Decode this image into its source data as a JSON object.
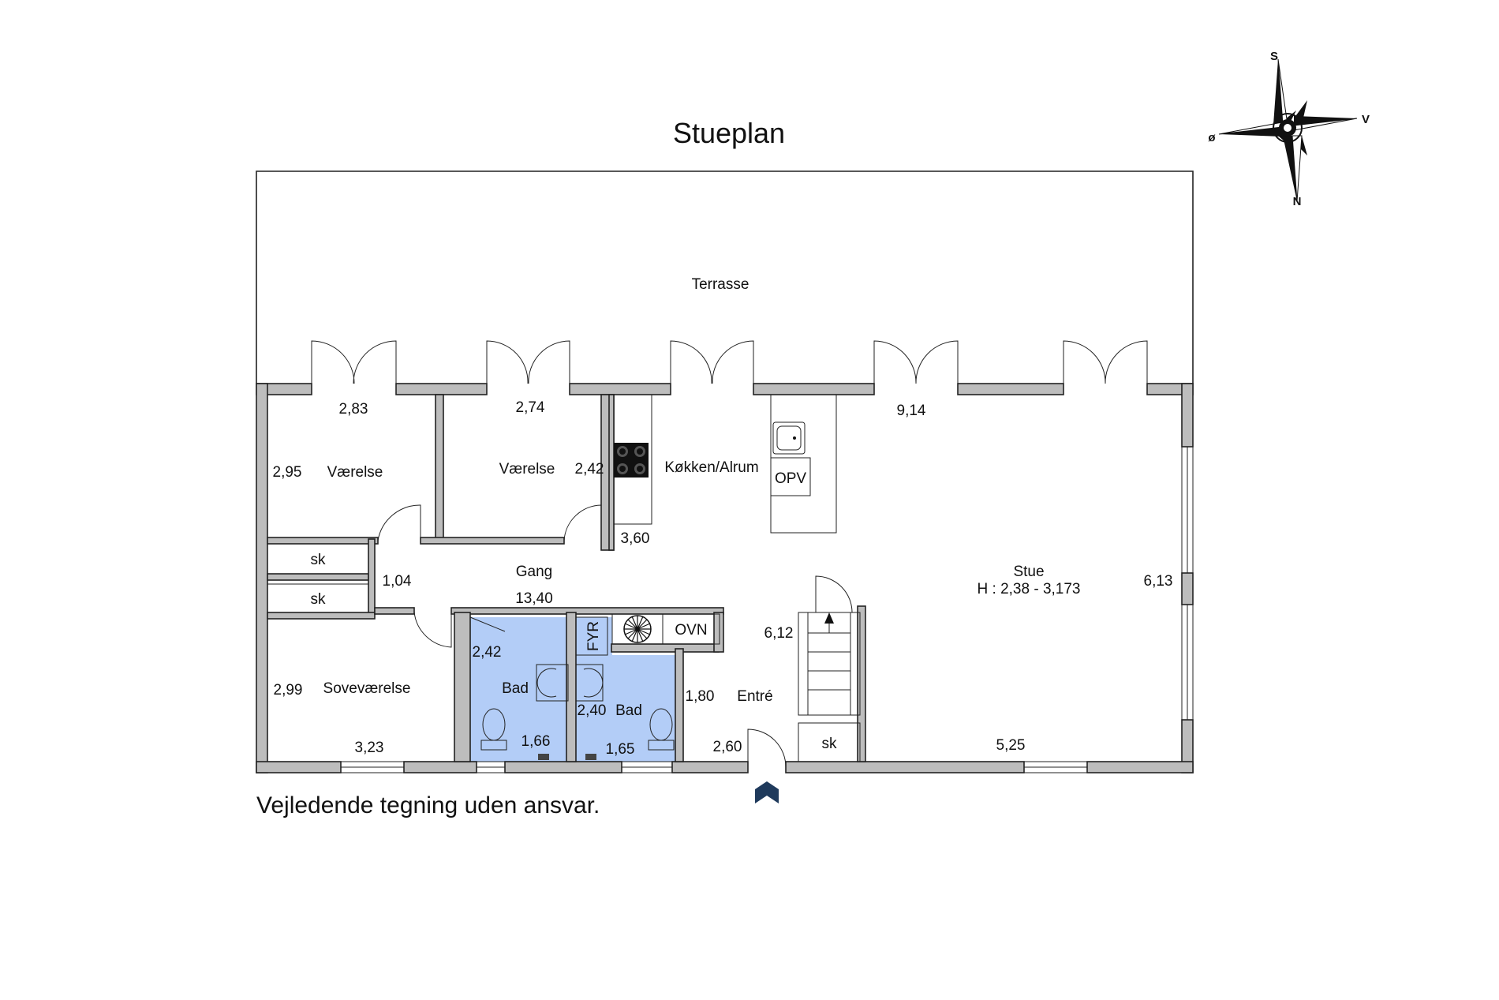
{
  "title": "Stueplan",
  "disclaimer": "Vejledende tegning uden ansvar.",
  "compass": {
    "top": "S",
    "right": "V",
    "bottom": "N",
    "left": "ø"
  },
  "terrace": {
    "label": "Terrasse"
  },
  "rooms": {
    "vaerelse1": {
      "name": "Værelse",
      "width": "2,83",
      "depth": "2,95"
    },
    "vaerelse2": {
      "name": "Værelse",
      "width": "2,74",
      "depth": "2,42"
    },
    "kokken": {
      "name": "Køkken/Alrum",
      "depth": "3,60"
    },
    "stue": {
      "name": "Stue",
      "height": "H : 2,38 - 3,173",
      "width": "9,14",
      "depth": "6,13",
      "bottom": "5,25"
    },
    "gang": {
      "name": "Gang",
      "width": "13,40",
      "depth": "1,04"
    },
    "sovevaerelse": {
      "name": "Soveværelse",
      "depth": "2,99",
      "width": "3,23"
    },
    "bad1": {
      "name": "Bad",
      "depth": "2,42",
      "width": "1,66"
    },
    "bad2": {
      "name": "Bad",
      "depth": "2,40",
      "width": "1,65"
    },
    "entre": {
      "name": "Entré",
      "depth": "1,80",
      "width": "2,60"
    },
    "stair": {
      "depth": "6,12"
    }
  },
  "fixtures": {
    "sk1": "sk",
    "sk2": "sk",
    "sk3": "sk",
    "opv": "OPV",
    "ovn": "OVN",
    "fyr": "FYR"
  },
  "colors": {
    "bathroom": "#b3cdf7",
    "wall": "#bdbdbd",
    "entrance_arrow": "#1f3a5c"
  }
}
